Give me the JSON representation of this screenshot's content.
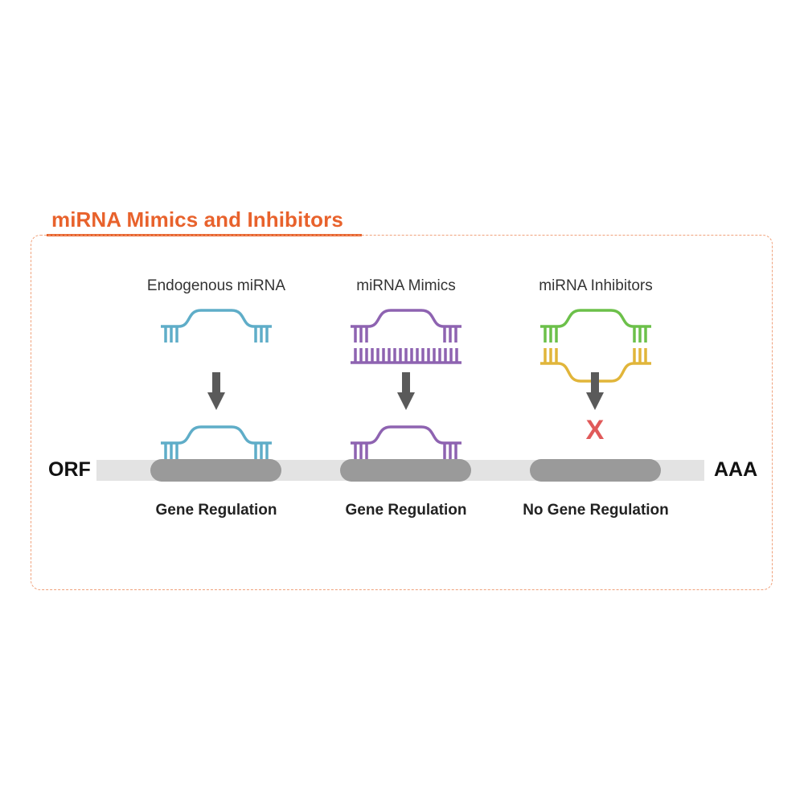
{
  "title": "miRNA Mimics and Inhibitors",
  "columns": [
    {
      "label": "Endogenous miRNA",
      "result": "Gene Regulation",
      "color": "#5fadc8"
    },
    {
      "label": "miRNA Mimics",
      "result": "Gene Regulation",
      "color": "#8e63b1"
    },
    {
      "label": "miRNA Inhibitors",
      "result": "No Gene Regulation",
      "color_top": "#6cc04a",
      "color_bottom": "#e1b53a"
    }
  ],
  "mrna": {
    "left_label": "ORF",
    "right_label": "AAA"
  },
  "block_marker": "X",
  "colors": {
    "accent": "#e8622c",
    "arrow": "#5a5a5a",
    "mrna": "#e3e3e3",
    "binding": "#9a9a9a",
    "block": "#e05a5a"
  }
}
